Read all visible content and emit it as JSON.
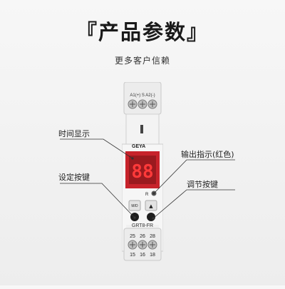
{
  "header": {
    "title": "『产品参数』",
    "subtitle": "更多客户信赖"
  },
  "device": {
    "brand": "GEYA",
    "display_digits": "88",
    "indicator_letter": "R",
    "model": "GRT8-FR",
    "top_terminals_label": "A1(+) S A2(-)",
    "button_left_label": "M/D",
    "button_right_label": "▲",
    "terminal_row_1": [
      "25",
      "26",
      "28"
    ],
    "terminal_row_2": [
      "15",
      "16",
      "18"
    ]
  },
  "callouts": {
    "time_display": "时间显示",
    "output_indicator": "输出指示(红色)",
    "setting_button": "设定按键",
    "adjust_button": "调节按键"
  },
  "colors": {
    "display_red": "#c7232b",
    "digit_red": "#ff3a3a",
    "button_dark": "#1e1e1e"
  }
}
